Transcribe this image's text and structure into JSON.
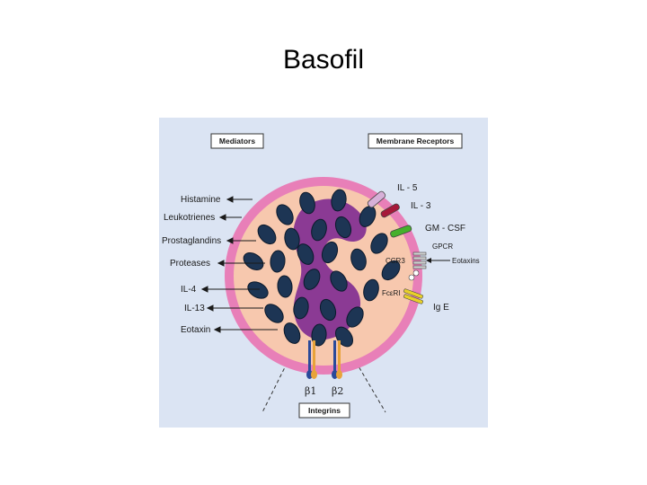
{
  "title": "Basofil",
  "diagram": {
    "header_left": "Mediators",
    "header_right": "Membrane Receptors",
    "footer": "Integrins",
    "mediators": [
      "Histamine",
      "Leukotrienes",
      "Prostaglandins",
      "Proteases",
      "IL-4",
      "IL-13",
      "Eotaxin"
    ],
    "receptors": {
      "il5": "IL - 5",
      "il3": "IL - 3",
      "gmcsf": "GM - CSF",
      "gpcr": "GPCR",
      "ccr3": "CCR3",
      "eotaxins": "Eotaxins",
      "fceri": "FcεRI",
      "ige": "Ig E"
    },
    "integrins": {
      "beta1": "β1",
      "beta2": "β2"
    },
    "colors": {
      "panel": "#dbe4f3",
      "membrane": "#e87fb8",
      "cytoplasm": "#f7c8ae",
      "nucleus": "#8b3a94",
      "granule": "#1d3554",
      "il5": "#d7b0d8",
      "il3": "#a6193a",
      "gmcsf": "#46b02c",
      "fceri": "#e8d02a"
    }
  }
}
